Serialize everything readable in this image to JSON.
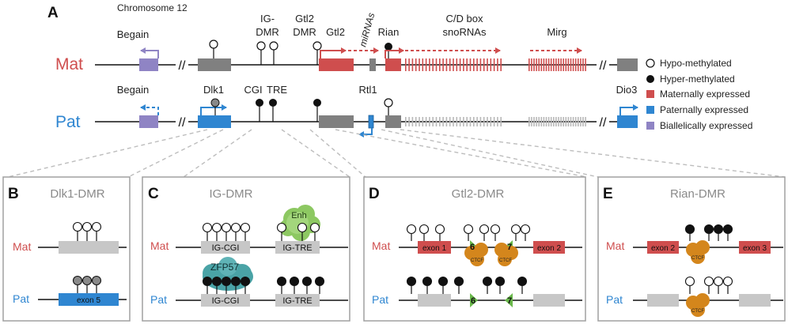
{
  "colors": {
    "maternal": "#cf4e4e",
    "paternal": "#2f86d1",
    "biallelic": "#8f84c4",
    "grey_gene": "#808080",
    "light_grey": "#c7c7c7",
    "mat_text": "#cf4e4e",
    "pat_text": "#2f86d1",
    "panel_border": "#a0a0a0",
    "enh_green": "#8dc862",
    "zfp57_teal": "#4aa3a6",
    "ctcf_orange": "#d4861c",
    "ctcf_site_green": "#69b84a"
  },
  "panelA": {
    "letter": "A",
    "chromosome": "Chromosome 12",
    "mat_label": "Mat",
    "pat_label": "Pat",
    "top_labels": {
      "begain": "Begain",
      "ig_dmr_line1": "IG-",
      "ig_dmr_line2": "DMR",
      "gtl2dmr_line1": "Gtl2",
      "gtl2dmr_line2": "DMR",
      "gtl2": "Gtl2",
      "mirnas": "miRNAs",
      "rian": "Rian",
      "cdbox_line1": "C/D box",
      "cdbox_line2": "snoRNAs",
      "mirg": "Mirg"
    },
    "pat_labels": {
      "begain": "Begain",
      "dlk1": "Dlk1",
      "cgi": "CGI",
      "tre": "TRE",
      "rtl1": "Rtl1",
      "dio3": "Dio3"
    },
    "break_symbol": "//"
  },
  "legend": [
    {
      "label": "Hypo-methylated",
      "type": "open-circle"
    },
    {
      "label": "Hyper-methylated",
      "type": "filled-circle"
    },
    {
      "label": "Maternally expressed",
      "type": "maternal"
    },
    {
      "label": "Paternally expressed",
      "type": "paternal"
    },
    {
      "label": "Biallelically expressed",
      "type": "biallelic"
    }
  ],
  "panelB": {
    "letter": "B",
    "title": "Dlk1-DMR",
    "mat": "Mat",
    "pat": "Pat",
    "exon": "exon 5"
  },
  "panelC": {
    "letter": "C",
    "title": "IG-DMR",
    "mat": "Mat",
    "pat": "Pat",
    "cgi": "IG-CGI",
    "tre": "IG-TRE",
    "enh": "Enh",
    "zfp57": "ZFP57"
  },
  "panelD": {
    "letter": "D",
    "title": "Gtl2-DMR",
    "mat": "Mat",
    "pat": "Pat",
    "exon1": "exon 1",
    "exon2": "exon 2",
    "site6": "6",
    "site7": "7",
    "ctcf": "CTCF"
  },
  "panelE": {
    "letter": "E",
    "title": "Rian-DMR",
    "mat": "Mat",
    "pat": "Pat",
    "exon2": "exon 2",
    "exon3": "exon 3",
    "ctcf": "CTCF"
  }
}
